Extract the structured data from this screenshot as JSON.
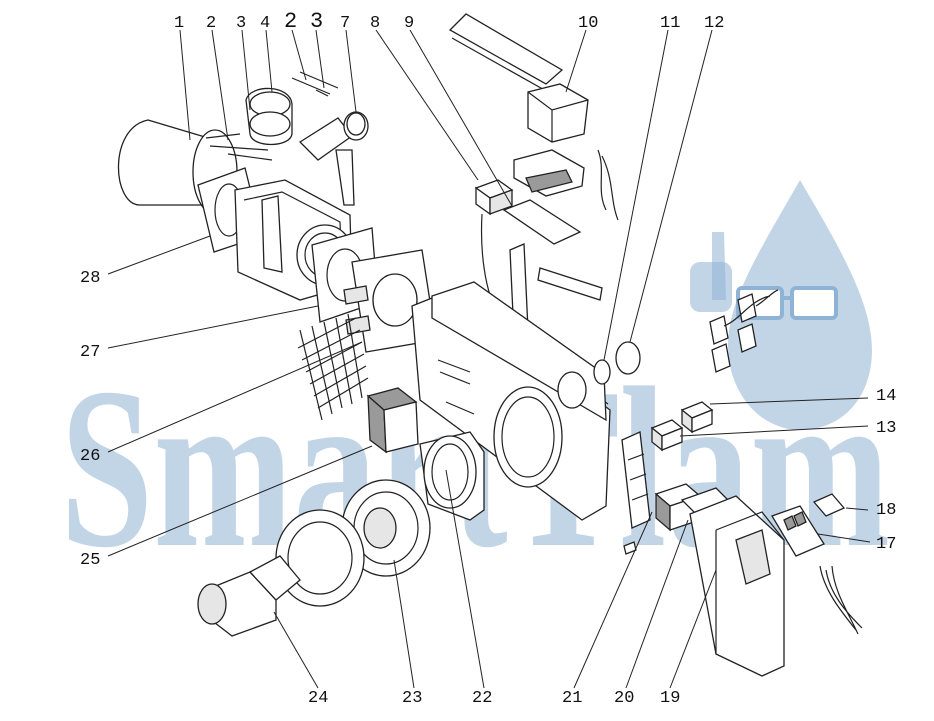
{
  "watermark": {
    "text": "SmartTlam",
    "color": "#8fb3d4",
    "icon": "flame-drop-glasses-icon"
  },
  "callouts": [
    {
      "id": "c1",
      "label": "1"
    },
    {
      "id": "c2",
      "label": "2"
    },
    {
      "id": "c3",
      "label": "3"
    },
    {
      "id": "c4",
      "label": "4"
    },
    {
      "id": "c2b",
      "label": "2"
    },
    {
      "id": "c3b",
      "label": "3"
    },
    {
      "id": "c7",
      "label": "7"
    },
    {
      "id": "c8",
      "label": "8"
    },
    {
      "id": "c9",
      "label": "9"
    },
    {
      "id": "c10",
      "label": "10"
    },
    {
      "id": "c11",
      "label": "11"
    },
    {
      "id": "c12",
      "label": "12"
    },
    {
      "id": "c14",
      "label": "14"
    },
    {
      "id": "c13",
      "label": "13"
    },
    {
      "id": "c18",
      "label": "18"
    },
    {
      "id": "c17",
      "label": "17"
    },
    {
      "id": "c28",
      "label": "28"
    },
    {
      "id": "c27",
      "label": "27"
    },
    {
      "id": "c26",
      "label": "26"
    },
    {
      "id": "c25",
      "label": "25"
    },
    {
      "id": "c24",
      "label": "24"
    },
    {
      "id": "c23",
      "label": "23"
    },
    {
      "id": "c22",
      "label": "22"
    },
    {
      "id": "c21",
      "label": "21"
    },
    {
      "id": "c20",
      "label": "20"
    },
    {
      "id": "c19",
      "label": "19"
    }
  ]
}
